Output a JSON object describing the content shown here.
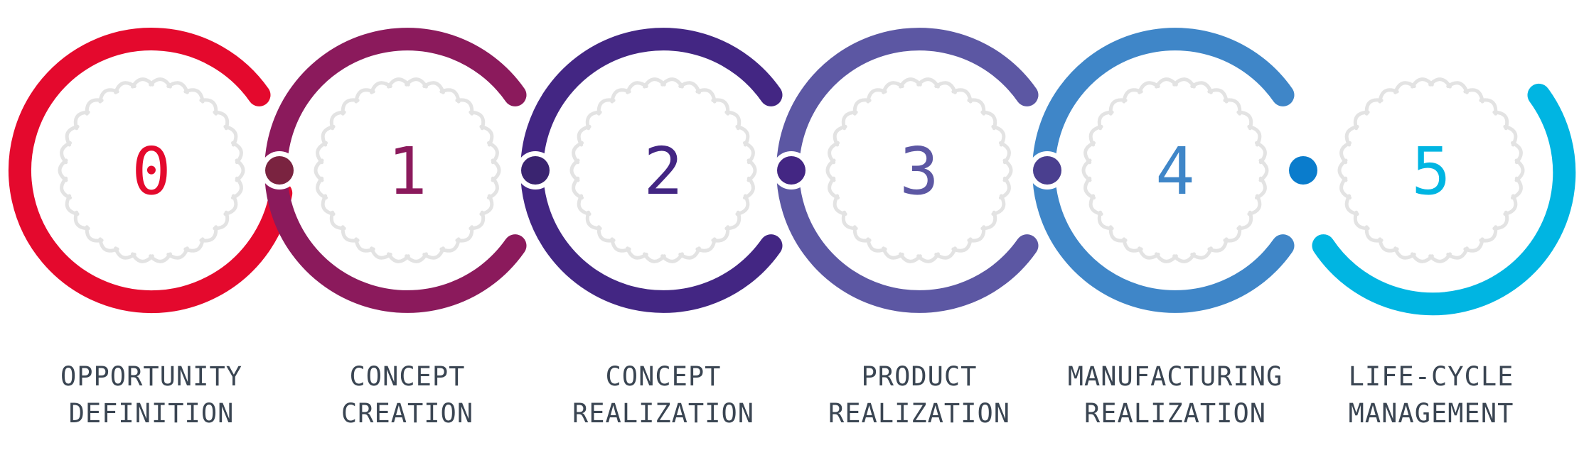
{
  "stages": [
    {
      "number": "0",
      "line1": "OPPORTUNITY",
      "line2": "DEFINITION",
      "color": "#e4092d"
    },
    {
      "number": "1",
      "line1": "CONCEPT",
      "line2": "CREATION",
      "color": "#8b1a5c"
    },
    {
      "number": "2",
      "line1": "CONCEPT",
      "line2": "REALIZATION",
      "color": "#432683"
    },
    {
      "number": "3",
      "line1": "PRODUCT",
      "line2": "REALIZATION",
      "color": "#5c57a3"
    },
    {
      "number": "4",
      "line1": "MANUFACTURING",
      "line2": "REALIZATION",
      "color": "#3f86c8"
    },
    {
      "number": "5",
      "line1": "LIFE-CYCLE",
      "line2": "MANAGEMENT",
      "color": "#00b5e2"
    }
  ],
  "connectors": [
    {
      "between": "0-1",
      "color": "#7a2340"
    },
    {
      "between": "1-2",
      "color": "#3a2470"
    },
    {
      "between": "2-3",
      "color": "#432683"
    },
    {
      "between": "3-4",
      "color": "#4a3f8f"
    },
    {
      "between": "4-5",
      "color": "#0a7ccc"
    }
  ],
  "tick_color": "#e3e3e3"
}
